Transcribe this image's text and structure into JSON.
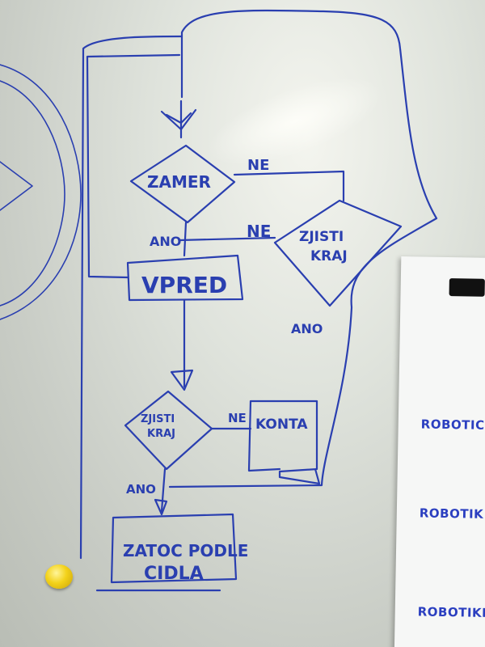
{
  "nodes": {
    "top_decision": "ZAMER",
    "right_decision": "ZJISTI KRAJ",
    "vpred": "VPRED",
    "mid_decision": "ZJISTI KRAJ",
    "kontakt": "KONTA",
    "zatoc": "ZATOC PODLE CIDLA"
  },
  "labels": {
    "ne_top": "NE",
    "ne_left": "NE",
    "ne_mid": "NE",
    "ano_top": "ANO",
    "ano_right": "ANO",
    "ano_mid": "ANO"
  },
  "paper_notes": [
    "ROBOTIC",
    "ROBOTIK",
    "ROBOTIKI"
  ],
  "colors": {
    "ink": "#2a3fb0",
    "board": "#d8dbd4",
    "paper": "#f6f7f6",
    "magnet": "#f3d21a"
  }
}
